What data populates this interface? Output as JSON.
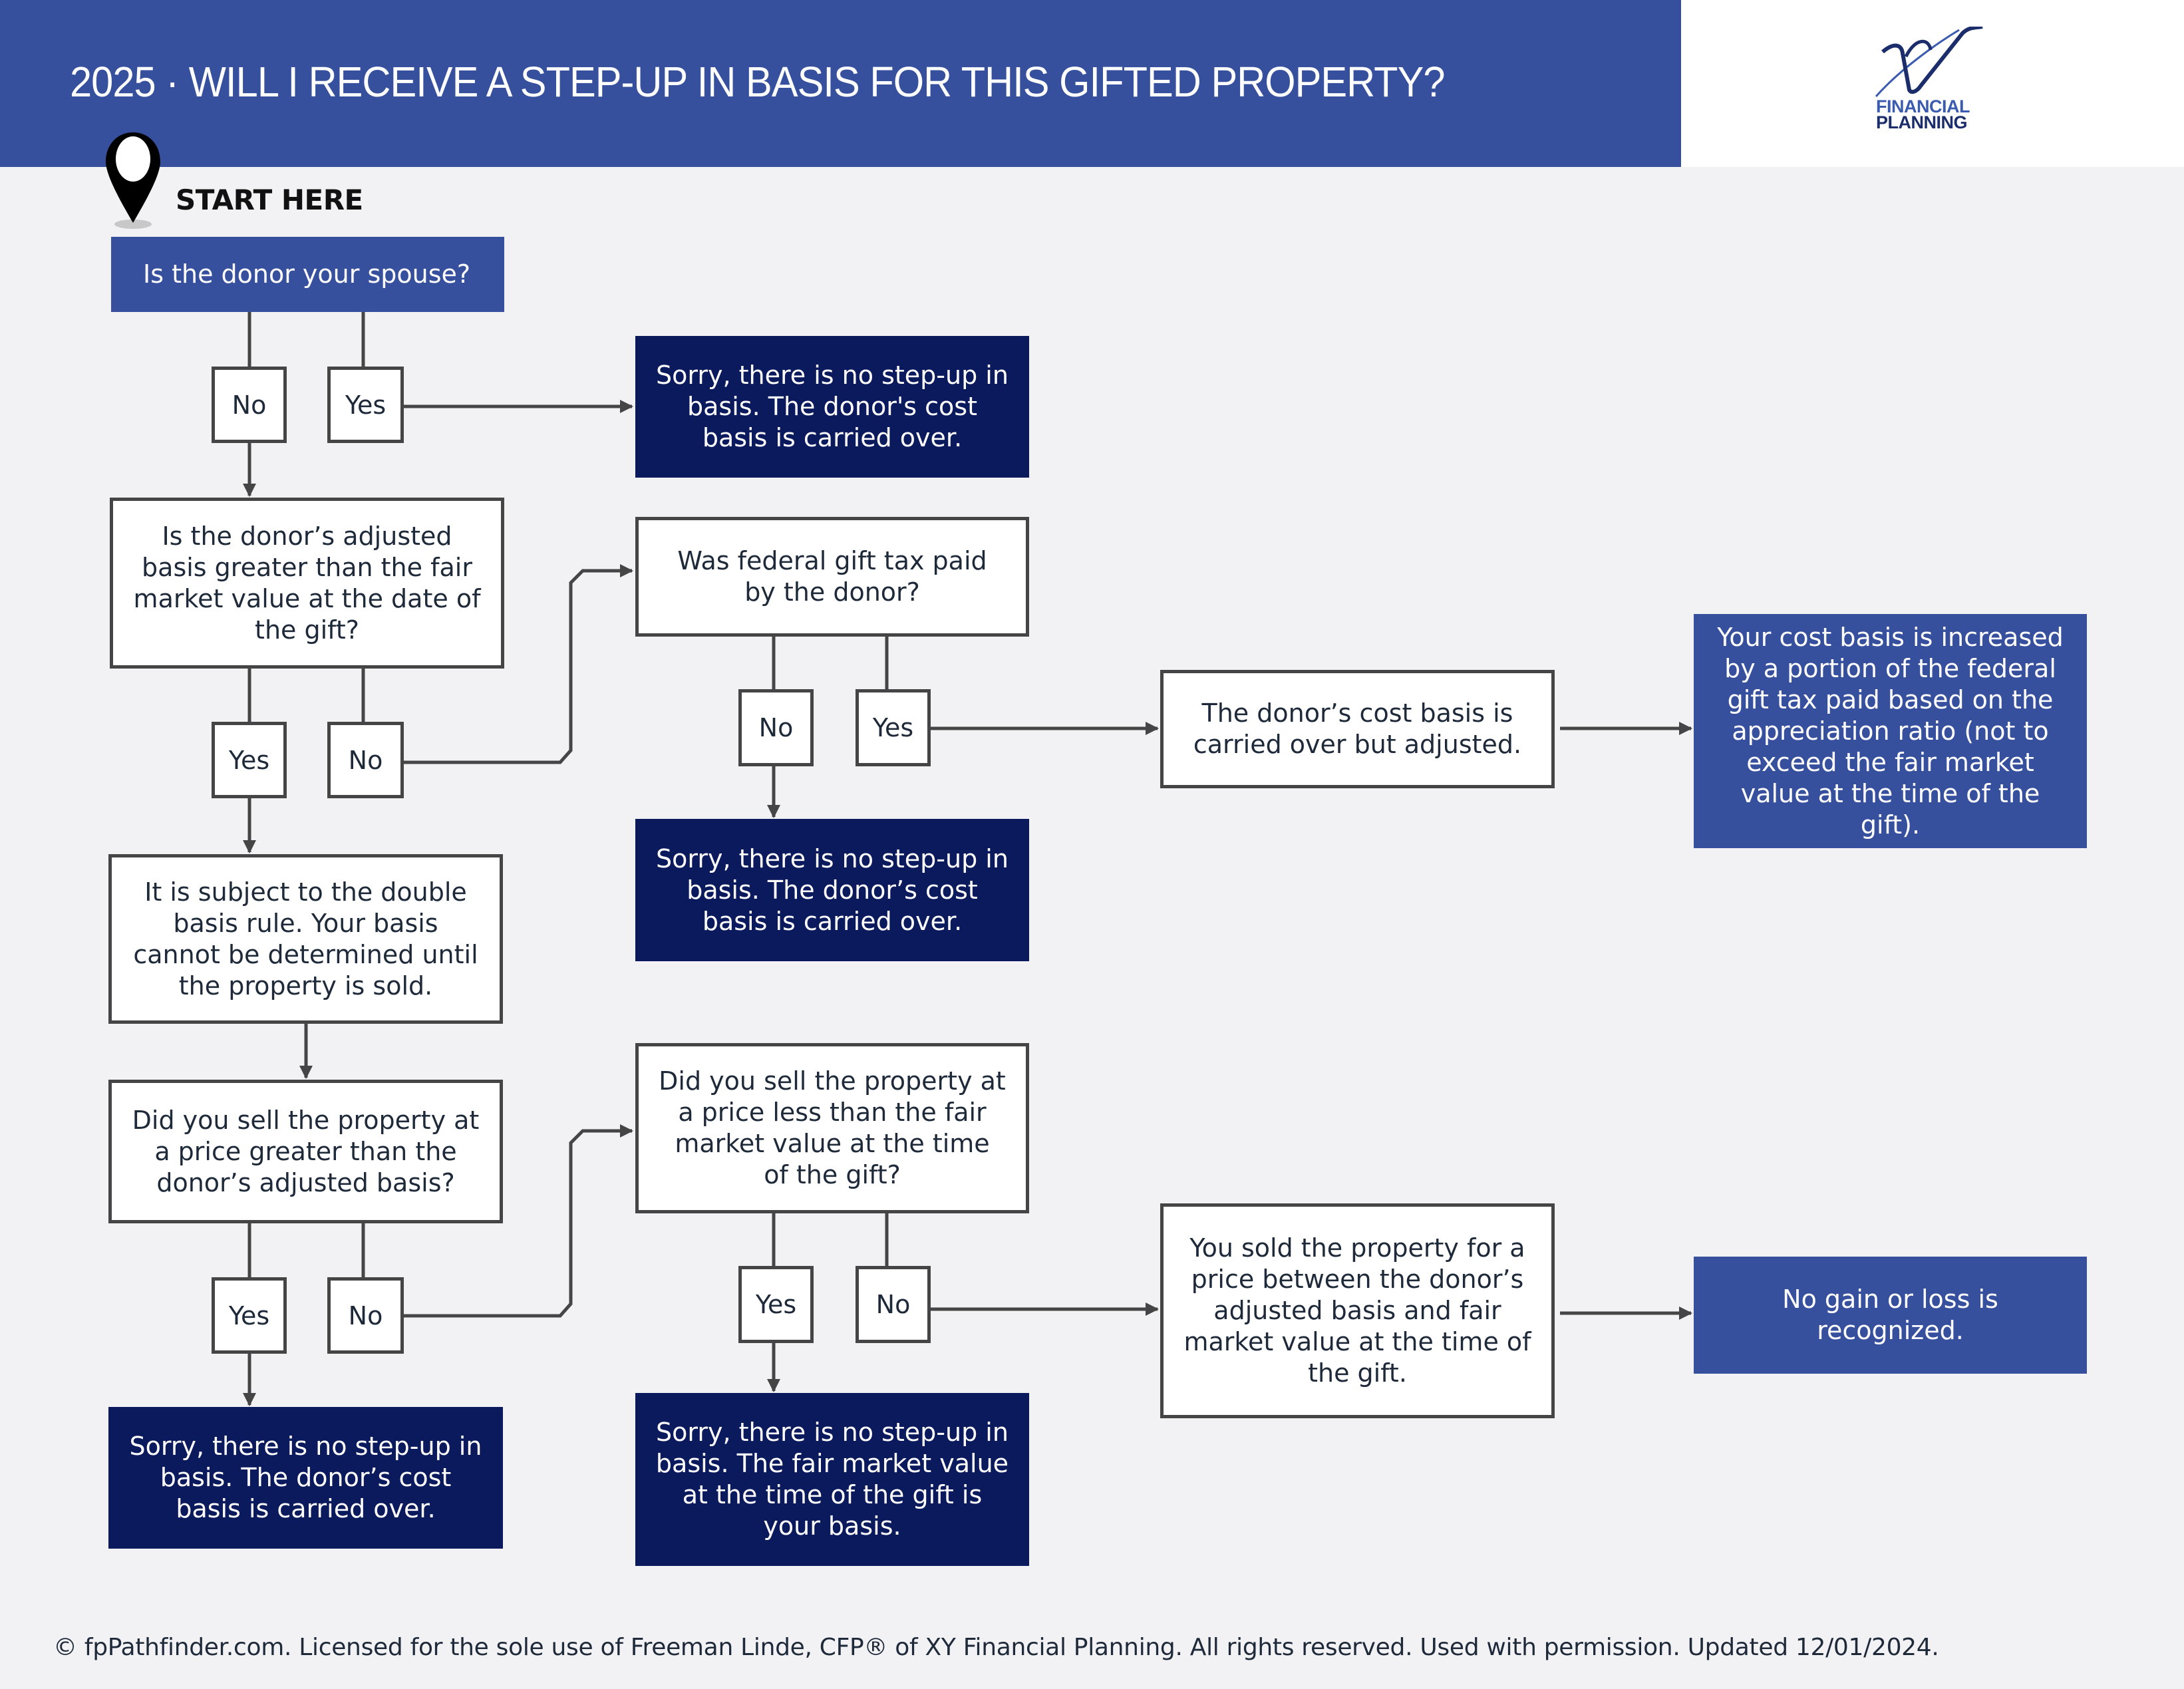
{
  "header": {
    "title": "2025 · WILL I RECEIVE A STEP-UP IN BASIS FOR THIS GIFTED PROPERTY?",
    "logo": {
      "line1": "FINANCIAL",
      "line2": "PLANNING",
      "mark": "XY"
    }
  },
  "start": {
    "label": "START HERE",
    "icon": "map-pin-icon"
  },
  "nodes": {
    "q_spouse": "Is the donor your spouse?",
    "r_spouse_yes": "Sorry, there is no step-up in basis. The donor's cost basis is carried over.",
    "q_adjusted_basis": "Is the donor’s adjusted basis greater than the fair market value at the date of the gift?",
    "q_gift_tax": "Was federal gift tax paid by the donor?",
    "r_gift_tax_no": "Sorry, there is no step-up in basis. The donor’s cost basis is carried over.",
    "n_carried_adjusted": "The donor’s cost basis is carried over but adjusted.",
    "r_increased": "Your cost basis is increased by a portion of the federal gift tax paid based on the appreciation ratio (not to exceed the fair market value at the time of the gift).",
    "n_double_basis": "It is subject to the double basis rule. Your basis cannot be determined until the property is sold.",
    "q_sell_greater": "Did you sell the property at a price greater than the donor’s adjusted basis?",
    "r_sell_greater_yes": "Sorry, there is no step-up in basis. The donor’s cost basis is carried over.",
    "q_sell_less": "Did you sell the property at a price less than the fair market value at the time of the gift?",
    "r_sell_less_yes": "Sorry, there is no step-up in basis. The fair market value at the time of the gift is your basis.",
    "n_between": "You sold the property for a price between the donor’s adjusted basis and fair market value at the time of the gift.",
    "r_no_gain": "No gain or loss is recognized."
  },
  "answers": {
    "yes": "Yes",
    "no": "No"
  },
  "footer": "© fpPathfinder.com. Licensed for the sole use of Freeman Linde, CFP® of XY Financial Planning. All rights reserved. Used with permission. Updated 12/01/2024.",
  "colors": {
    "header_blue": "#36509e",
    "navy": "#0b1a5c",
    "line": "#454545",
    "background": "#f2f2f4"
  }
}
